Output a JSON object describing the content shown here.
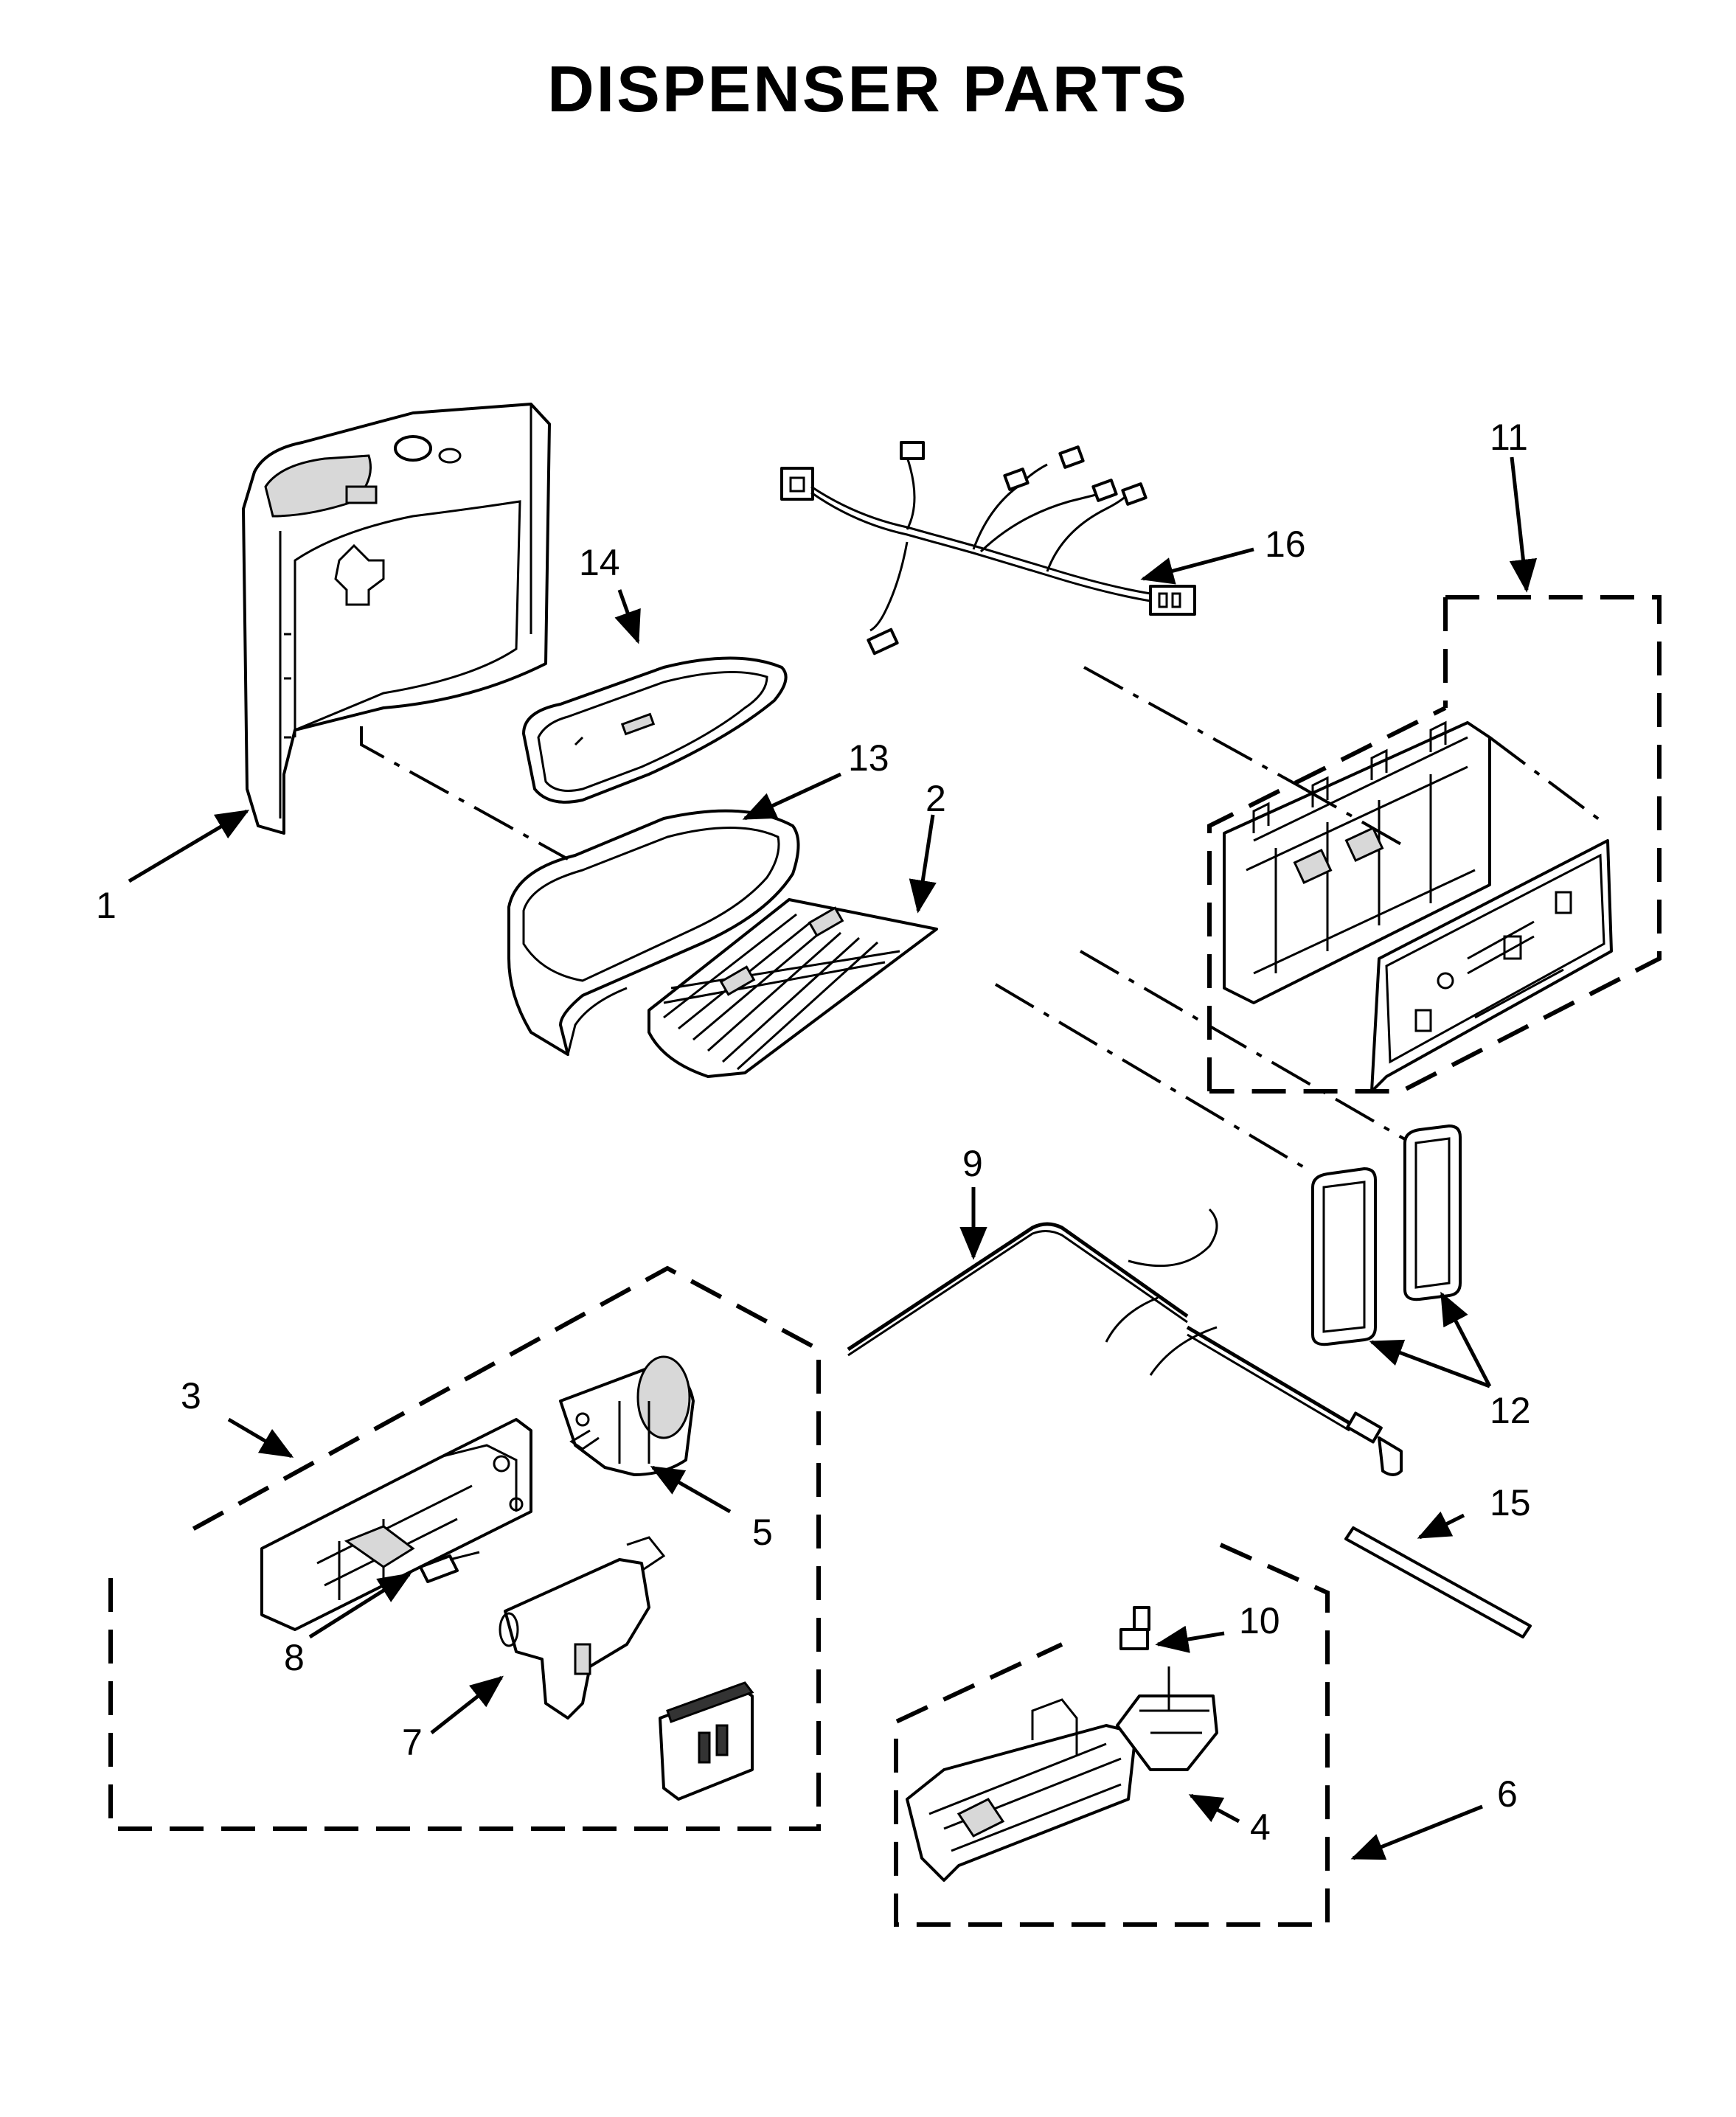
{
  "title": "DISPENSER PARTS",
  "callouts": [
    {
      "id": "c1",
      "label": "1"
    },
    {
      "id": "c2",
      "label": "2"
    },
    {
      "id": "c3",
      "label": "3"
    },
    {
      "id": "c4",
      "label": "4"
    },
    {
      "id": "c5",
      "label": "5"
    },
    {
      "id": "c6",
      "label": "6"
    },
    {
      "id": "c7",
      "label": "7"
    },
    {
      "id": "c8",
      "label": "8"
    },
    {
      "id": "c9",
      "label": "9"
    },
    {
      "id": "c10",
      "label": "10"
    },
    {
      "id": "c11",
      "label": "11"
    },
    {
      "id": "c12",
      "label": "12"
    },
    {
      "id": "c13",
      "label": "13"
    },
    {
      "id": "c14",
      "label": "14"
    },
    {
      "id": "c15",
      "label": "15"
    },
    {
      "id": "c16",
      "label": "16"
    }
  ]
}
